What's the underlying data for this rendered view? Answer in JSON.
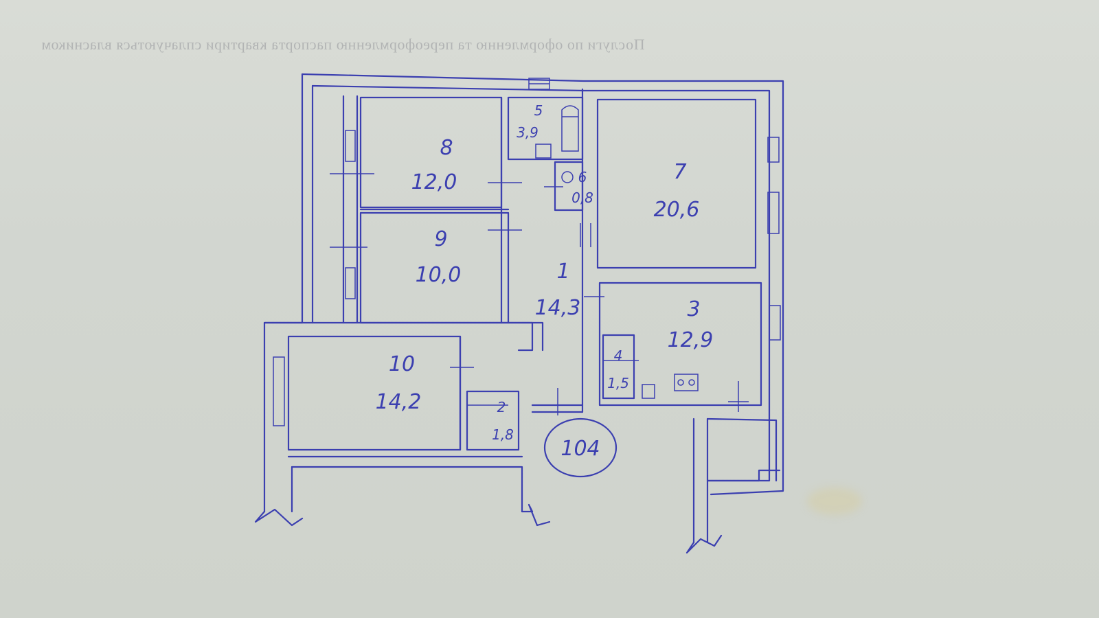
{
  "background_text": "Послуги по оформленню та переоформленню паспорта квартири сплачуються власником",
  "apartment_number": "104",
  "rooms": [
    {
      "id": "8",
      "num": "8",
      "area": "12,0"
    },
    {
      "id": "9",
      "num": "9",
      "area": "10,0"
    },
    {
      "id": "5",
      "num": "5",
      "area": "3,9"
    },
    {
      "id": "6",
      "num": "6",
      "area": "0,8"
    },
    {
      "id": "7",
      "num": "7",
      "area": "20,6"
    },
    {
      "id": "1",
      "num": "1",
      "area": "14,3"
    },
    {
      "id": "3",
      "num": "3",
      "area": "12,9"
    },
    {
      "id": "4",
      "num": "4",
      "area": "1,5"
    },
    {
      "id": "10",
      "num": "10",
      "area": "14,2"
    },
    {
      "id": "2",
      "num": "2",
      "area": "1,8"
    }
  ],
  "colors": {
    "ink": "#3b3fb0",
    "paper": "#d5d9d2"
  }
}
